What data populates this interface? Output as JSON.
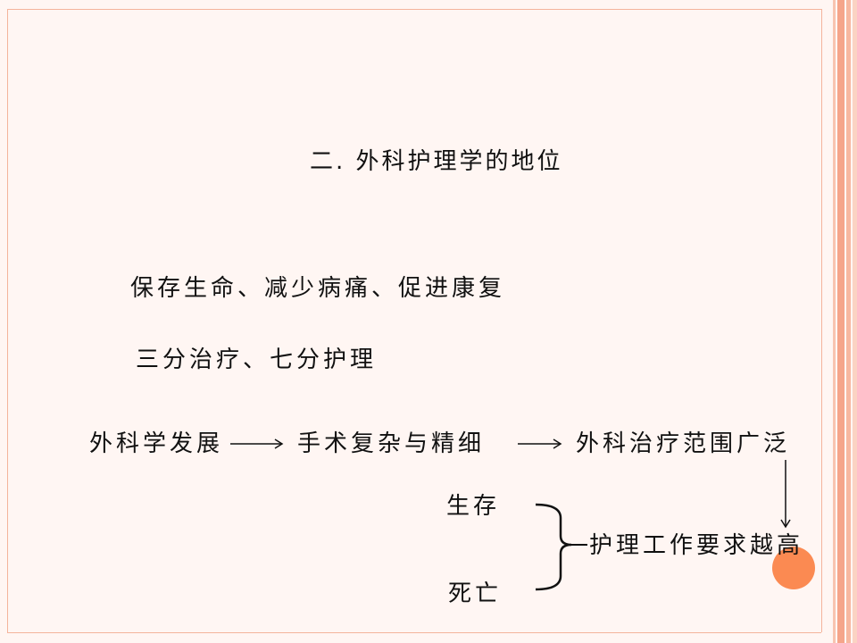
{
  "slide": {
    "title": "二. 外科护理学的地位",
    "line1": "保存生命、减少病痛、促进康复",
    "line2": "三分治疗、七分护理",
    "flow": {
      "step1": "外科学发展",
      "step2": "手术复杂与精细",
      "step3": "外科治疗范围广泛"
    },
    "survive": "生存",
    "death": "死亡",
    "result": "护理工作要求越高"
  },
  "colors": {
    "background": "#fff6f3",
    "frame": "#f4b49c",
    "accent_circle": "#fb8a52"
  }
}
